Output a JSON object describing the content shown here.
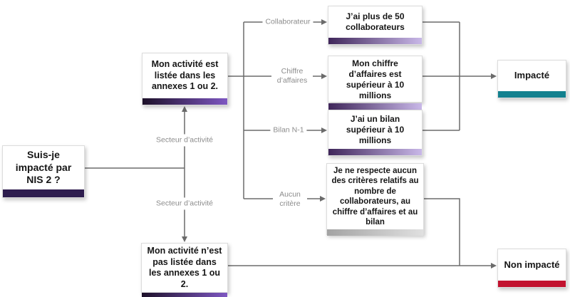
{
  "flowchart": {
    "root": {
      "label": "Suis-je impacté par NIS 2 ?"
    },
    "branch_yes": {
      "label": "Mon activité est listée dans les annexes 1 ou 2."
    },
    "branch_no": {
      "label": "Mon activité n’est pas listée dans les annexes 1 ou 2."
    },
    "edge_labels": {
      "secteur_top": "Secteur d’activité",
      "secteur_bottom": "Secteur d’activité",
      "collaborateur": "Collaborateur",
      "chiffre_affaires": "Chiffre d’affaires",
      "bilan": "Bilan N-1",
      "aucun_critere": "Aucun critère"
    },
    "criteria": {
      "collaborateurs": "J’ai plus de 50 collaborateurs",
      "chiffre_affaires": "Mon chiffre d’affaires est supérieur à 10 millions",
      "bilan": "J’ai un bilan supérieur à 10 millions",
      "aucun": "Je ne respecte aucun des critères relatifs au nombre de collaborateurs, au chiffre d’affaires et au bilan"
    },
    "outcomes": {
      "impacted": "Impacté",
      "not_impacted": "Non impacté"
    },
    "colors": {
      "root_bar": "#2e1d4e",
      "branch_bar_start": "#1d1029",
      "branch_bar_end": "#7e57c2",
      "criteria_bar_start": "#3f265a",
      "criteria_bar_end": "#c9b8e8",
      "aucun_bar_start": "#a3a3a3",
      "aucun_bar_end": "#e0e0e0",
      "impacted_bar": "#13818f",
      "not_impacted_bar": "#c2122f",
      "line": "#6b6b6b",
      "edge_label_text": "#8c8c8c"
    }
  }
}
